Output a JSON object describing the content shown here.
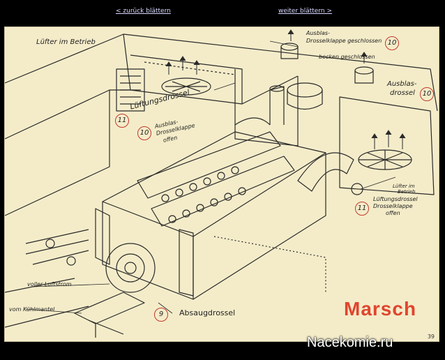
{
  "nav": {
    "prev_label": "< zurück blättern",
    "next_label": "weiter blättern >"
  },
  "diagram": {
    "title": "Lüfter im Betrieb",
    "labels": {
      "ausblas_klappe": "Ausblas-",
      "drossel_geschlossen": "Drosselklappe geschlossen",
      "becken_geschlossen": "becken geschlossen",
      "ausblasdrossel_top": "Ausblas-",
      "ausblasdrossel_bottom": "drossel",
      "lueftungsdrossel": "Lüftungsdrossel",
      "ausblas_drossel_offen_1": "Ausblas-",
      "ausblas_drossel_offen_2": "Drosselklappe",
      "ausblas_drossel_offen_3": "offen",
      "luefter_im_betrieb_1": "Lüfter im",
      "luefter_im_betrieb_2": "Betrieb",
      "lueftungsdrossel_right_1": "Lüftungsdrossel",
      "lueftungsdrossel_right_2": "Drosselklappe",
      "lueftungsdrossel_right_3": "offen",
      "voller_luftstrom": "voller Luftstrom",
      "vom_kuehlmantel": "vom Kühlmantel",
      "absaugdrossel": "Absaugdrossel"
    },
    "numbers": {
      "n10_top": "10",
      "n10_right": "10",
      "n11_left": "11",
      "n10_left": "10",
      "n11_right": "11",
      "n9": "9"
    },
    "mode": "Marsch",
    "page_number": "39"
  },
  "watermark": "Nacekomie.ru",
  "colors": {
    "paper": "#f4ecc9",
    "ink": "#222222",
    "accent_red": "#e0452f",
    "nav_link": "#d8d8ff"
  }
}
